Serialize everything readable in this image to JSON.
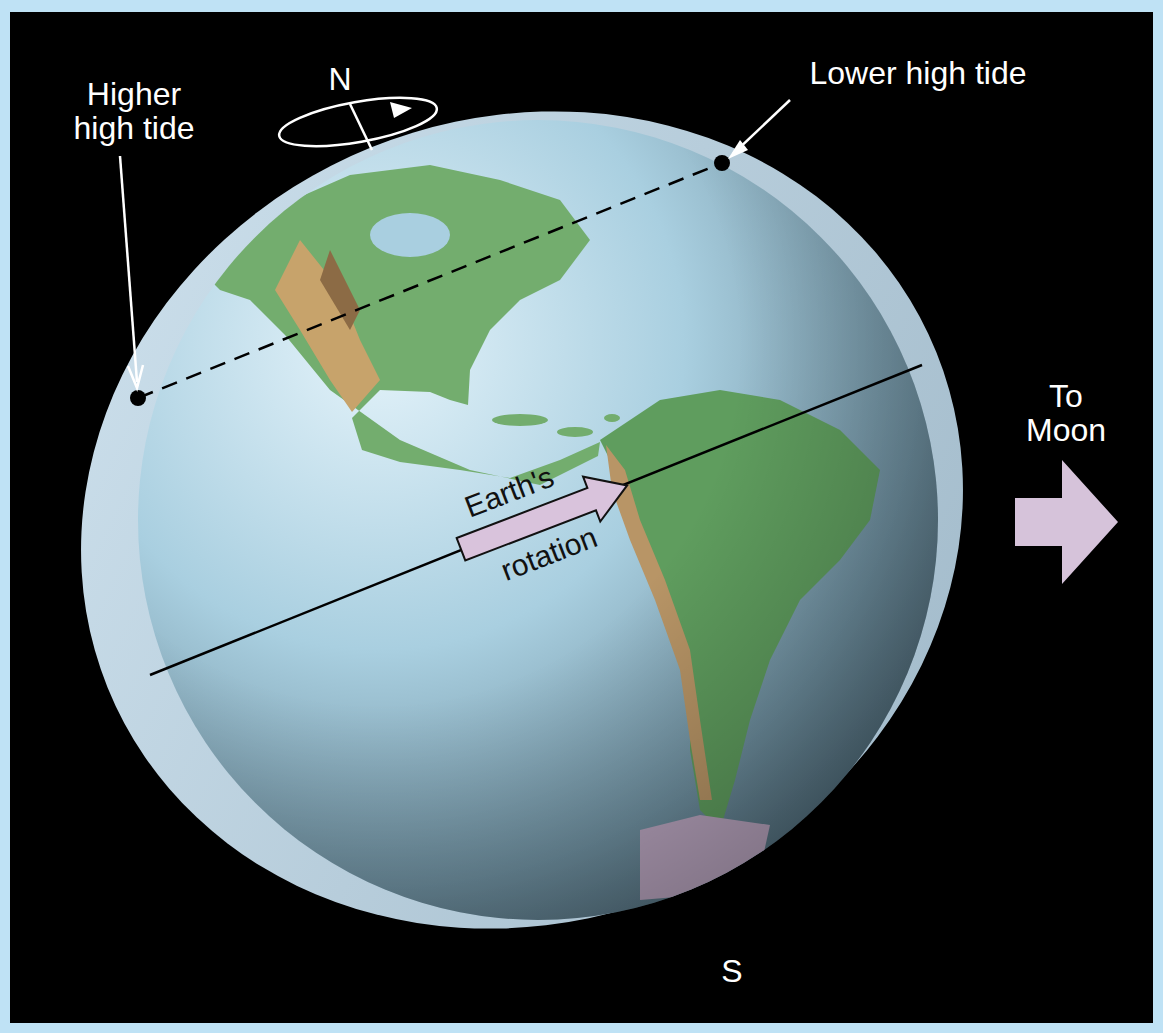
{
  "diagram": {
    "labels": [
      "Higher high tide",
      "N",
      "Lower high tide",
      "To Moon",
      "Earth's",
      "rotation",
      "S"
    ]
  }
}
